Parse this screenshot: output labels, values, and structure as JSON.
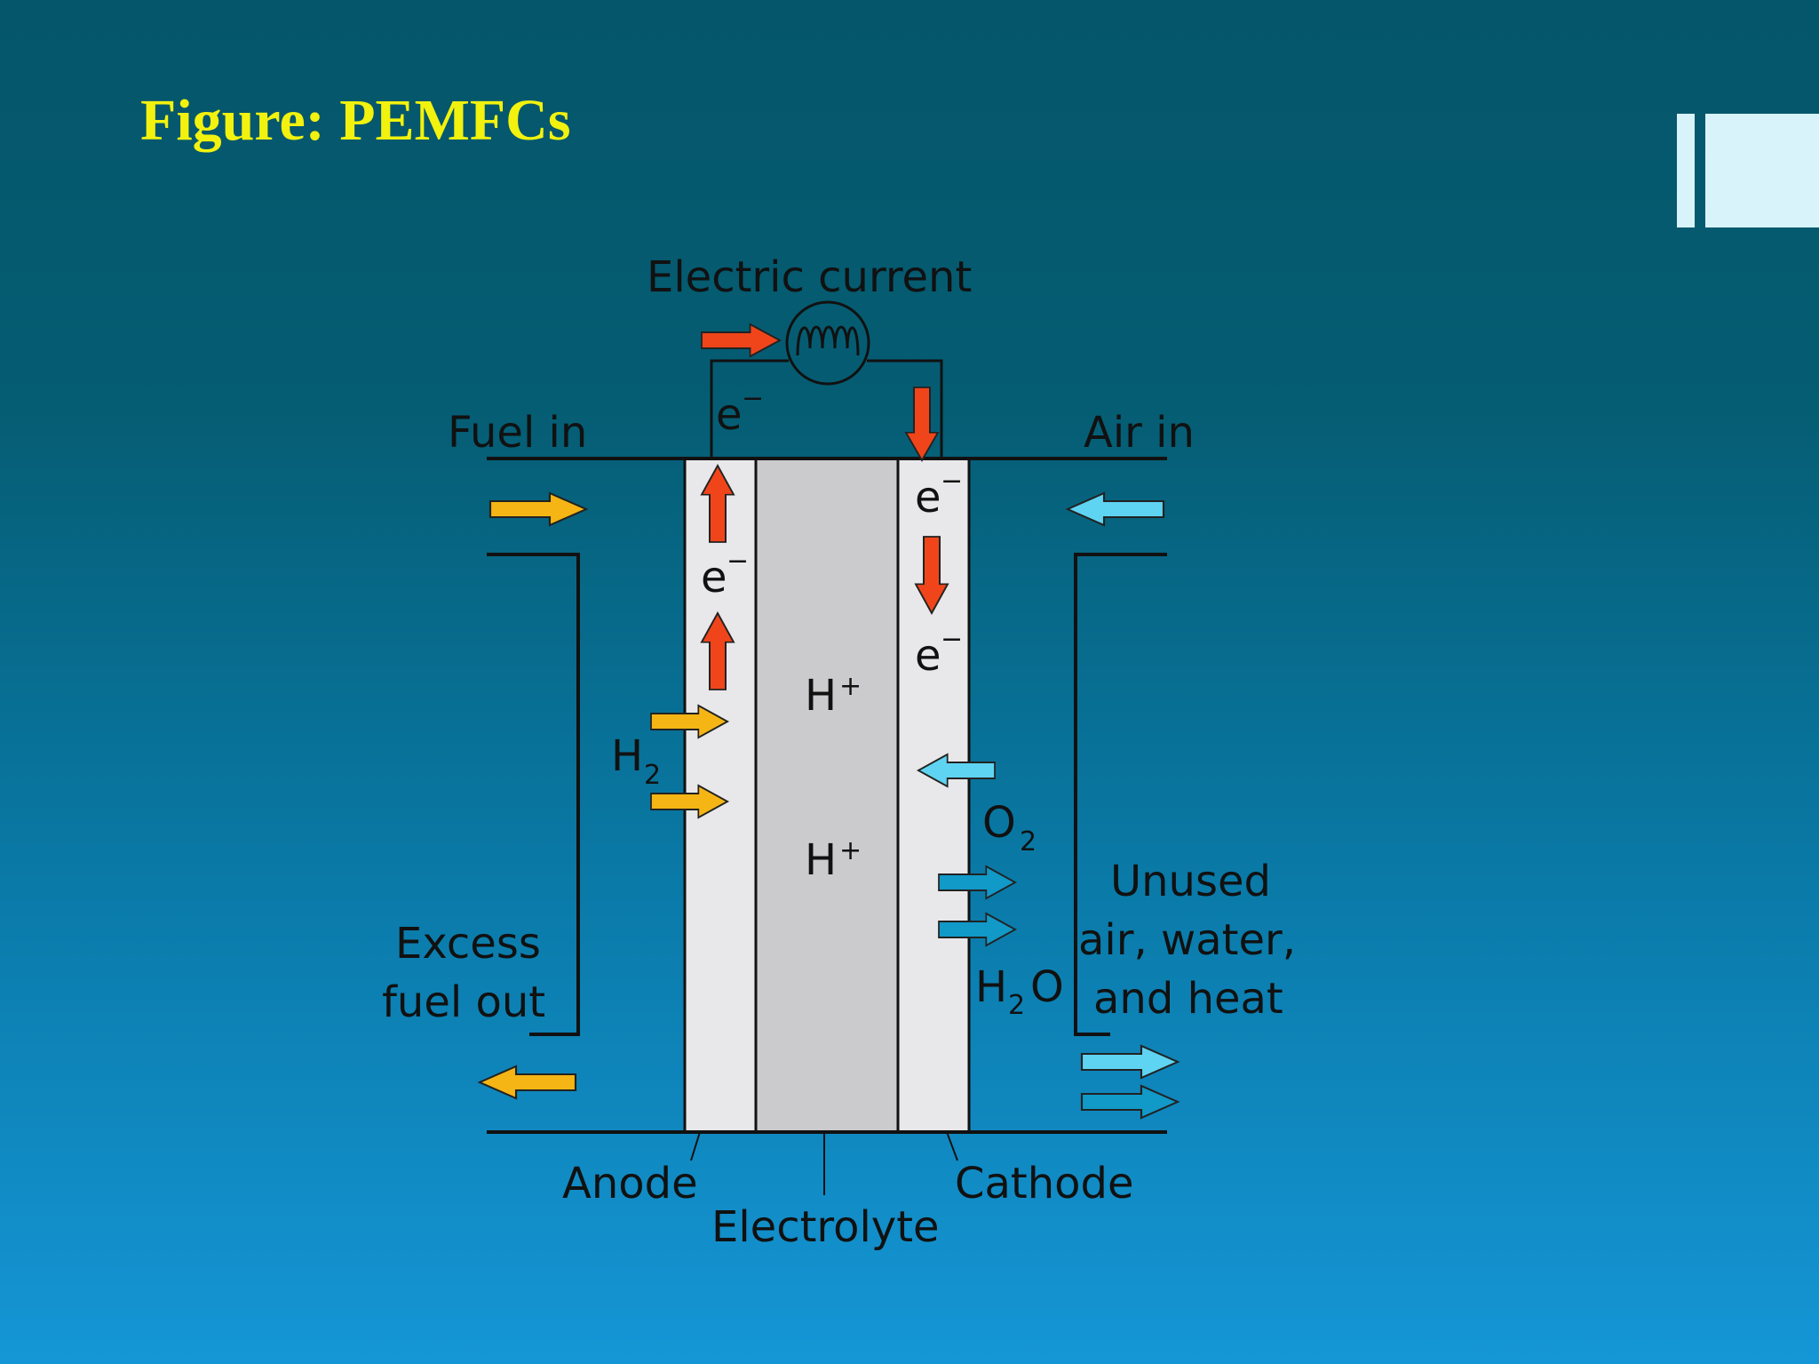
{
  "slide": {
    "title": "Figure: PEMFCs",
    "background": {
      "top": "#05566a",
      "bottom": "#1596d6"
    },
    "title_color": "#f2f20e"
  },
  "diagram": {
    "labels": {
      "electric_current": "Electric current",
      "fuel_in": "Fuel in",
      "air_in": "Air in",
      "excess_fuel_out_line1": "Excess",
      "excess_fuel_out_line2": "fuel out",
      "unused_line1": "Unused",
      "unused_line2": "air, water,",
      "unused_line3": "and heat",
      "anode": "Anode",
      "electrolyte": "Electrolyte",
      "cathode": "Cathode",
      "electron_symbol": "e",
      "electron_charge": "−",
      "proton_symbol": "H",
      "proton_charge": "+",
      "hydrogen_symbol": "H",
      "hydrogen_subscript": "2",
      "oxygen_symbol": "O",
      "oxygen_subscript": "2",
      "water_h": "H",
      "water_subscript": "2",
      "water_o": "O"
    },
    "colors": {
      "electrode_fill": "#e8e7e9",
      "electrolyte_fill": "#cbcacc",
      "line": "#111111",
      "electron_arrow": "#f0451a",
      "fuel_arrow": "#f5b514",
      "air_arrow": "#5fd4f2",
      "water_arrow": "#1199c8"
    }
  }
}
